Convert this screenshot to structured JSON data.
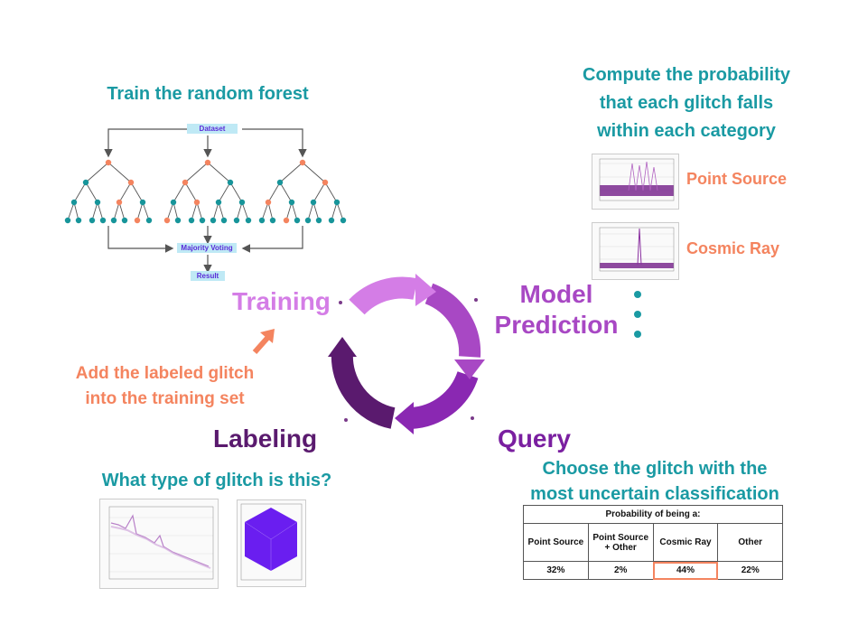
{
  "training_step": {
    "title": "Train the random forest",
    "dataset_label": "Dataset",
    "voting_label": "Majority Voting",
    "result_label": "Result"
  },
  "cycle": {
    "training": "Training",
    "model_prediction_line1": "Model",
    "model_prediction_line2": "Prediction",
    "query": "Query",
    "labeling": "Labeling",
    "colors": {
      "training": "#d47de6",
      "model": "#a848c4",
      "query": "#7a1fa0",
      "labeling": "#5a1a6e"
    }
  },
  "prediction_step": {
    "title_line1": "Compute the probability",
    "title_line2": "that each glitch falls",
    "title_line3": "within each category",
    "categories": [
      "Point Source",
      "Cosmic Ray"
    ]
  },
  "query_step": {
    "title_line1": "Choose the glitch with the",
    "title_line2": "most uncertain classification",
    "table_caption": "Probability of being a:",
    "headers": [
      "Point Source",
      "Point Source\n+ Other",
      "Cosmic Ray",
      "Other"
    ],
    "values": [
      "32%",
      "2%",
      "44%",
      "22%"
    ],
    "highlight_index": 2
  },
  "labeling_step": {
    "question": "What type of glitch is this?",
    "add_line1": "Add the labeled glitch",
    "add_line2": "into the training set"
  },
  "colors": {
    "teal": "#1a9aa3",
    "orange": "#f4845f",
    "node_teal": "#17959a",
    "node_orange": "#f4845f"
  }
}
